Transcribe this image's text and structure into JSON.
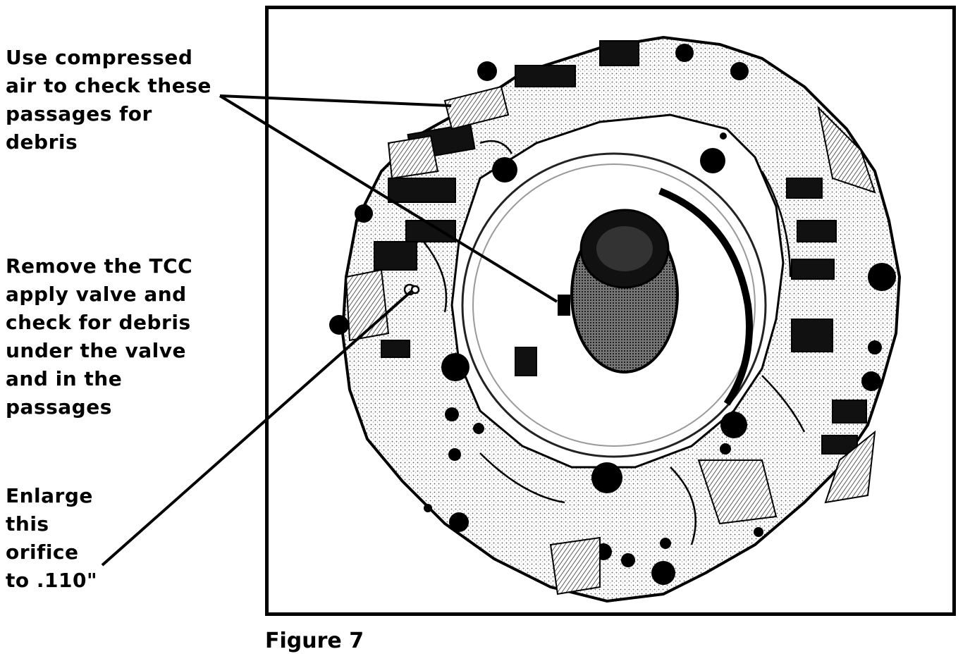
{
  "labels": {
    "compressed_air": "Use compressed\nair to check these\npassages for\ndebris",
    "remove_tcc": "Remove the TCC\napply valve and\ncheck for debris\nunder the valve\nand in the\npassages",
    "enlarge_orifice": "Enlarge\nthis\norifice\nto .110\""
  },
  "caption": "Figure 7",
  "colors": {
    "ink": "#000000",
    "paper": "#ffffff",
    "shade": "#9a9a9a"
  }
}
